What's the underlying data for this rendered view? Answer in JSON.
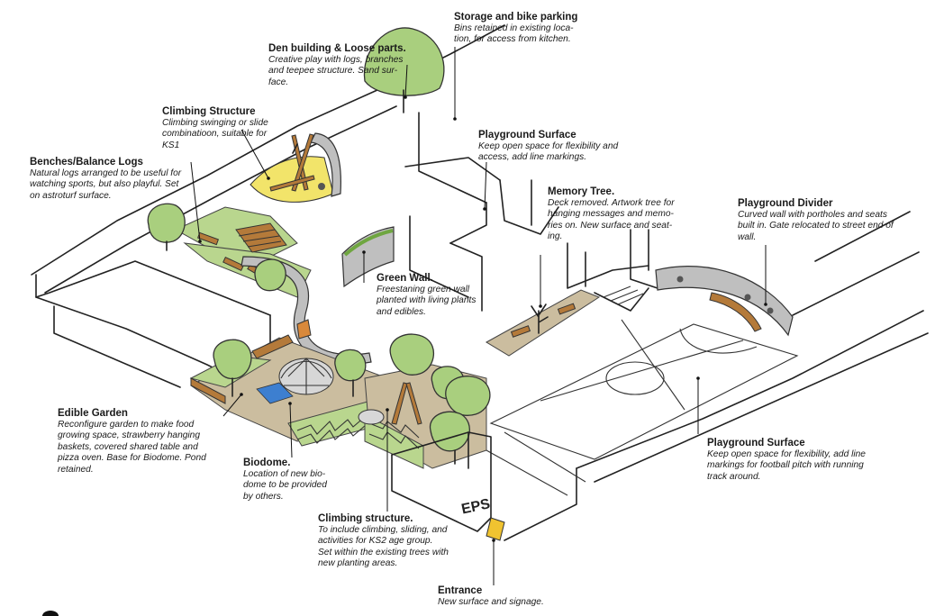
{
  "labels": {
    "storage": {
      "title": "Storage and bike parking",
      "desc": [
        "Bins retained in existing loca-",
        "tion, for access from kitchen."
      ]
    },
    "den": {
      "title": "Den building & Loose parts.",
      "desc": [
        "Creative play with logs, branches",
        "and teepee structure. Sand sur-",
        "face."
      ]
    },
    "climbing_structure": {
      "title": "Climbing Structure",
      "desc": [
        "Climbing swinging or slide",
        "combinatioon, suitable for",
        "KS1"
      ]
    },
    "playground_surface_top": {
      "title": "Playground Surface",
      "desc": [
        "Keep open space for flexibility and",
        "access, add line markings."
      ]
    },
    "benches": {
      "title": "Benches/Balance Logs",
      "desc": [
        "Natural logs arranged to be useful for",
        "watching sports, but also playful. Set",
        "on astroturf surface."
      ]
    },
    "memory_tree": {
      "title": "Memory Tree.",
      "desc": [
        "Deck removed. Artwork tree for",
        "hanging messages and memo-",
        "ries on. New surface and seat-",
        "ing."
      ]
    },
    "playground_divider": {
      "title": "Playground Divider",
      "desc": [
        "Curved wall with portholes and seats",
        "built in. Gate relocated to street end of",
        "wall."
      ]
    },
    "green_wall": {
      "title": "Green Wall.",
      "desc": [
        "Freestaning green wall",
        "planted with living plants",
        "and edibles."
      ]
    },
    "edible_garden": {
      "title": "Edible Garden",
      "desc": [
        "Reconfigure garden to make food",
        "growing space, strawberry hanging",
        "baskets, covered shared table and",
        "pizza oven. Base for Biodome. Pond",
        "retained."
      ]
    },
    "biodome": {
      "title": "Biodome.",
      "desc": [
        "Location of new bio-",
        "dome to be provided",
        "by others."
      ]
    },
    "playground_surface_bottom": {
      "title": "Playground Surface",
      "desc": [
        "Keep open space for flexibility, add line",
        "markings for football pitch with running",
        "track around."
      ]
    },
    "climbing_structure_ks2": {
      "title": "Climbing structure.",
      "desc": [
        "To include climbing, sliding, and",
        "activities for KS2 age group.",
        "Set within the existing trees with",
        "new planting areas."
      ]
    },
    "entrance": {
      "title": "Entrance",
      "desc": [
        "New surface and signage."
      ]
    }
  },
  "sign_text": "EPS",
  "colors": {
    "tree": "#a9cf7e",
    "grass": "#b9d68e",
    "soil": "#cbbd9f",
    "wood": "#b47a3a",
    "sand": "#f2e46a",
    "canopy_blue": "#3d7fd0",
    "entrance_yellow": "#f0c330",
    "wall_grey": "#bfbfbf"
  }
}
